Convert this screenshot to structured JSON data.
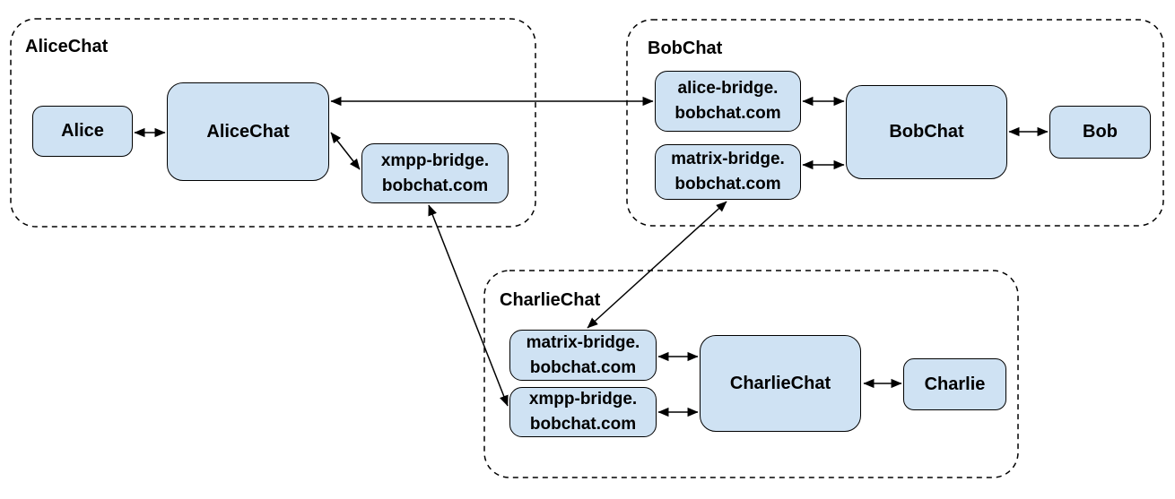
{
  "colors": {
    "background": "#ffffff",
    "node_fill": "#cfe2f3",
    "node_border": "#000000",
    "edge_line": "#000000"
  },
  "containers": {
    "alice": {
      "label": "AliceChat"
    },
    "bob": {
      "label": "BobChat"
    },
    "charlie": {
      "label": "CharlieChat"
    }
  },
  "nodes": {
    "alice": {
      "label": "Alice"
    },
    "alicechat_server": {
      "label": "AliceChat"
    },
    "xmpp_bridge_alice": {
      "label": "xmpp-bridge.\nbobchat.com"
    },
    "alice_bridge_bob": {
      "label": "alice-bridge.\nbobchat.com"
    },
    "matrix_bridge_bob": {
      "label": "matrix-bridge.\nbobchat.com"
    },
    "bobchat_server": {
      "label": "BobChat"
    },
    "bob": {
      "label": "Bob"
    },
    "matrix_bridge_charlie": {
      "label": "matrix-bridge.\nbobchat.com"
    },
    "xmpp_bridge_charlie": {
      "label": "xmpp-bridge.\nbobchat.com"
    },
    "charliechat_server": {
      "label": "CharlieChat"
    },
    "charlie": {
      "label": "Charlie"
    }
  },
  "edges": [
    {
      "from": "alice",
      "to": "alicechat_server",
      "direction": "both"
    },
    {
      "from": "alicechat_server",
      "to": "alice_bridge_bob",
      "direction": "both"
    },
    {
      "from": "alicechat_server",
      "to": "xmpp_bridge_alice",
      "direction": "both"
    },
    {
      "from": "xmpp_bridge_alice",
      "to": "xmpp_bridge_charlie",
      "direction": "both"
    },
    {
      "from": "alice_bridge_bob",
      "to": "bobchat_server",
      "direction": "both"
    },
    {
      "from": "matrix_bridge_bob",
      "to": "bobchat_server",
      "direction": "both"
    },
    {
      "from": "bobchat_server",
      "to": "bob",
      "direction": "both"
    },
    {
      "from": "matrix_bridge_bob",
      "to": "matrix_bridge_charlie",
      "direction": "both"
    },
    {
      "from": "matrix_bridge_charlie",
      "to": "charliechat_server",
      "direction": "both"
    },
    {
      "from": "xmpp_bridge_charlie",
      "to": "charliechat_server",
      "direction": "both"
    },
    {
      "from": "charliechat_server",
      "to": "charlie",
      "direction": "both"
    }
  ]
}
